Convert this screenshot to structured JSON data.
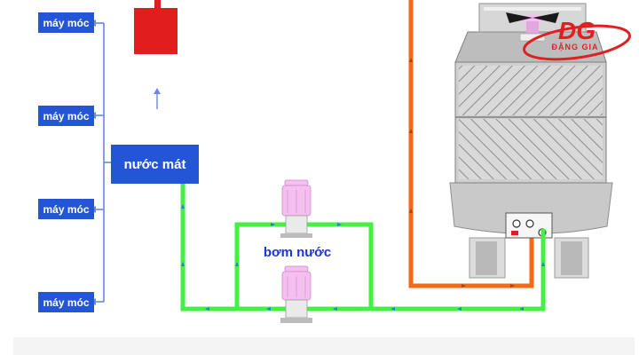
{
  "machines": [
    {
      "label": "máy móc"
    },
    {
      "label": "máy móc"
    },
    {
      "label": "máy móc"
    },
    {
      "label": "máy móc"
    }
  ],
  "cooling": {
    "label": "nước mát"
  },
  "pump": {
    "label": "bơm nước"
  },
  "logo": {
    "mark": "DG",
    "name": "ĐẶNG GIA"
  },
  "colors": {
    "machine_box": "#2455d6",
    "blue_line": "#6a86e8",
    "green_pipe": "#43f043",
    "orange_pipe": "#f26a1a",
    "tank": "#e11d1d",
    "pump_body": "#f5bff0",
    "tower_body": "#c9c9c9",
    "logo_red": "#e02020"
  },
  "icons": [
    "arrow-up-icon",
    "pipe-flow-arrow-icon",
    "cooling-fan-icon",
    "pump-motor-icon"
  ]
}
